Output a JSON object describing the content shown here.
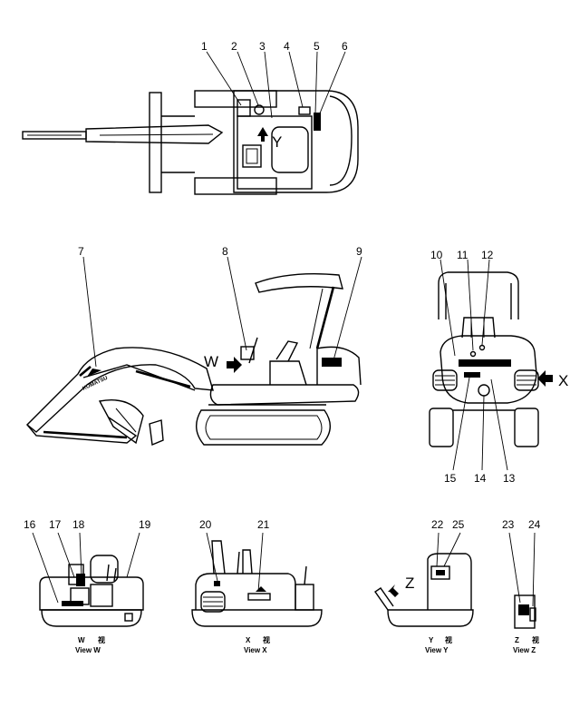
{
  "callouts": [
    "1",
    "2",
    "3",
    "4",
    "5",
    "6",
    "7",
    "8",
    "9",
    "10",
    "11",
    "12",
    "13",
    "14",
    "15",
    "16",
    "17",
    "18",
    "19",
    "20",
    "21",
    "22",
    "23",
    "24",
    "25"
  ],
  "view_arrows": {
    "w": "W",
    "x": "X",
    "y": "Y",
    "z": "Z"
  },
  "view_captions": [
    {
      "letter": "W",
      "mark": "视",
      "label": "View  W"
    },
    {
      "letter": "X",
      "mark": "视",
      "label": "View  X"
    },
    {
      "letter": "Y",
      "mark": "视",
      "label": "View  Y"
    },
    {
      "letter": "Z",
      "mark": "视",
      "label": "View  Z"
    }
  ]
}
